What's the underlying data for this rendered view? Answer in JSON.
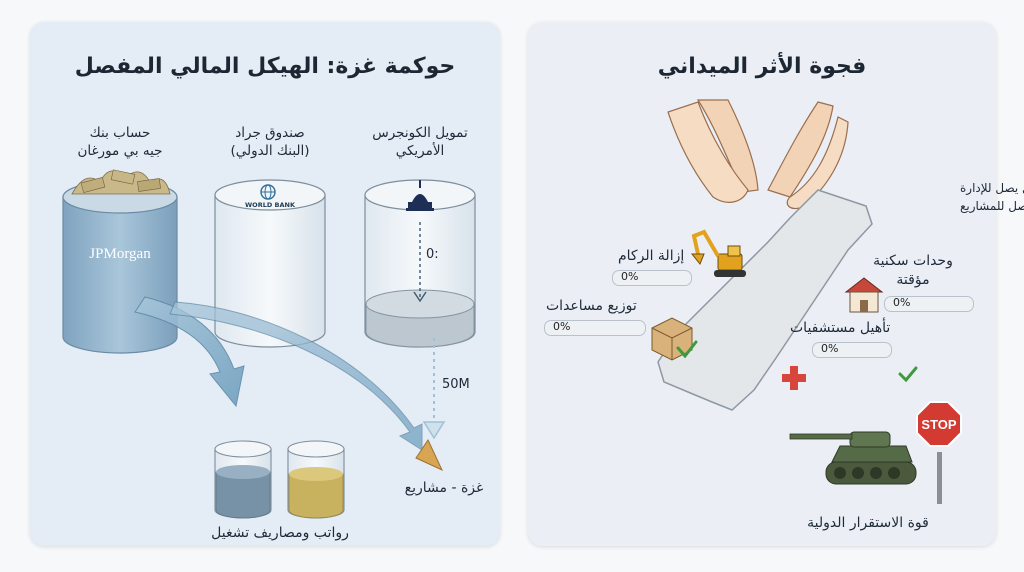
{
  "left": {
    "title": "حوكمة غزة: الهيكل المالي المفصل",
    "jpm": {
      "label_line1": "حساب بنك",
      "label_line2": "جيه بي مورغان",
      "logo_text": "JPMorgan"
    },
    "worldbank": {
      "label_line1": "صندوق جراد",
      "label_line2": "(البنك الدولي)",
      "logo_text": "WORLD BANK"
    },
    "congress": {
      "label_line1": "تمويل الكونجرس",
      "label_line2": "الأمريكي",
      "flow_value": "0:"
    },
    "flow_amount": "50M",
    "operating_label": "رواتب ومصاريف تشغيل",
    "gaza_label": "غزة - مشاريع"
  },
  "right": {
    "title": "فجوة الأثر الميداني",
    "note_line1": "التمويل يصل للإدارة",
    "note_line2": "ولكن لا يصل للمشاريع",
    "projects": [
      {
        "label": "إزالة الركام",
        "percent_text": "0%",
        "progress": 0
      },
      {
        "label_line1": "وحدات سكنية",
        "label_line2": "مؤقتة",
        "percent_text": "0%",
        "progress": 0
      },
      {
        "label": "توزيع مساعدات",
        "percent_text": "0%",
        "progress": 0
      },
      {
        "label": "تأهيل مستشفيات",
        "percent_text": "0%",
        "progress": 0
      }
    ],
    "stop_sign_text": "STOP",
    "isf_label": "قوة الاستقرار الدولية"
  },
  "colors": {
    "cylinder_blue": "#8fb2cc",
    "arrow_blue": "#8fb6cf",
    "check_green": "#3f9a3f",
    "stop_red": "#d23a32",
    "cross_red": "#d8453c",
    "tank_green": "#556b47"
  },
  "icons": [
    "money-icon",
    "capitol-icon",
    "globe-icon",
    "hands-icon",
    "excavator-icon",
    "house-icon",
    "box-icon",
    "check-icon",
    "medical-cross-icon",
    "tank-icon",
    "stop-sign-icon",
    "gaza-map-icon"
  ]
}
